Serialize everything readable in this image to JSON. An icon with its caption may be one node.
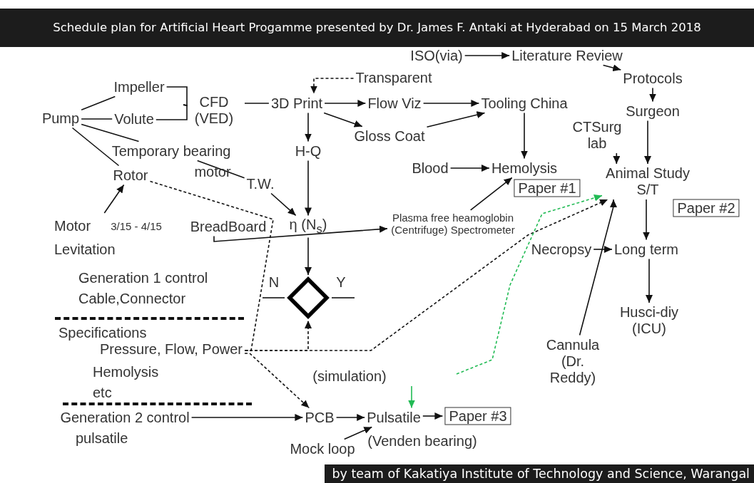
{
  "diagram": {
    "title": "Schedule plan for Artificial Heart Progamme presented by Dr. James F. Antaki at Hyderabad on 15 March 2018",
    "caption": "by team of Kakatiya Institute of Technology and Science, Warangal",
    "nodes": [
      {
        "text": [
          "Pump"
        ]
      },
      {
        "text": [
          "Impeller"
        ]
      },
      {
        "text": [
          "Volute"
        ]
      },
      {
        "text": [
          "Temporary bearing"
        ]
      },
      {
        "text": [
          "Rotor"
        ]
      },
      {
        "text": [
          "CFD (VED)"
        ]
      },
      {
        "text": [
          "3D Print"
        ]
      },
      {
        "text": [
          "Transparent"
        ]
      },
      {
        "text": [
          "Flow Viz"
        ]
      },
      {
        "text": [
          "Gloss Coat"
        ]
      },
      {
        "text": [
          "Tooling China"
        ]
      },
      {
        "text": [
          "H-Q"
        ]
      },
      {
        "text": [
          "T.W."
        ]
      },
      {
        "text": [
          "η (N$_{s}$)"
        ]
      },
      {
        "text": [
          "Motor Levitation"
        ]
      },
      {
        "text": [
          "BreadBoard"
        ]
      },
      {
        "text": [
          "Blood"
        ]
      },
      {
        "text": [
          "Hemolysis"
        ]
      },
      {
        "text": [
          "Paper #1"
        ]
      },
      {
        "text": [
          "Plasma free heamoglobin (Centrifuge) Spectrometer"
        ]
      },
      {
        "text": [
          "ISO(via)"
        ]
      },
      {
        "text": [
          "Literature Review"
        ]
      },
      {
        "text": [
          "Protocols"
        ]
      },
      {
        "text": [
          "Surgeon"
        ]
      },
      {
        "text": [
          "CTSurg lab"
        ]
      },
      {
        "text": [
          "Animal Study S/T"
        ]
      },
      {
        "text": [
          "Paper #2"
        ]
      },
      {
        "text": [
          "Necropsy"
        ]
      },
      {
        "text": [
          "Long term"
        ]
      },
      {
        "text": [
          "Husci-diy (ICU)"
        ]
      },
      {
        "text": [
          "Cannula (Dr. Reddy)"
        ]
      },
      {
        "text": [],
        "shape": "diamond"
      },
      {
        "text": [
          "Pressure, Flow, Power"
        ]
      },
      {
        "text": [
          "Generation 2 control"
        ]
      },
      {
        "text": [
          "PCB"
        ]
      },
      {
        "text": [
          "Pulsatile"
        ],
        "beside": [
          "(Venden bearing)"
        ]
      },
      {
        "text": [
          "Paper #3"
        ]
      },
      {
        "text": [
          "Mock loop"
        ]
      }
    ],
    "edges": [
      {
        "from": 0,
        "to": 1,
        "arrow": "none"
      },
      {
        "from": 0,
        "to": 2,
        "arrow": "none"
      },
      {
        "from": 0,
        "to": 3,
        "arrow": "none"
      },
      {
        "from": 0,
        "to": 4,
        "arrow": "none"
      },
      {
        "from": 1,
        "to": 5,
        "arrow": "none"
      },
      {
        "from": 2,
        "to": 5,
        "arrow": "none"
      },
      {
        "from": 5,
        "to": 6,
        "arrow": "none"
      },
      {
        "from": 7,
        "to": 6,
        "arrow": "to",
        "style": "dashed"
      },
      {
        "from": 6,
        "to": 8,
        "arrow": "to"
      },
      {
        "from": 6,
        "to": 9,
        "arrow": "to"
      },
      {
        "from": 6,
        "to": 11,
        "arrow": "to"
      },
      {
        "from": 8,
        "to": 10,
        "arrow": "to"
      },
      {
        "from": 9,
        "to": 10,
        "arrow": "to"
      },
      {
        "from": 10,
        "to": 17,
        "arrow": "to"
      },
      {
        "from": 16,
        "to": 17,
        "arrow": "to"
      },
      {
        "from": 19,
        "to": 17,
        "arrow": "to"
      },
      {
        "from": 3,
        "to": 12,
        "arrow": "none"
      },
      {
        "from": 12,
        "to": 13,
        "arrow": "to"
      },
      {
        "from": 11,
        "to": 13,
        "arrow": "to"
      },
      {
        "from": 4,
        "to": 32,
        "arrow": "none",
        "style": "dashed"
      },
      {
        "from": 32,
        "to": 31,
        "arrow": "to",
        "style": "dashed"
      },
      {
        "from": 32,
        "to": 25,
        "arrow": "to",
        "style": "dashed"
      },
      {
        "from": 32,
        "to": 34,
        "arrow": "to",
        "style": "dashed"
      },
      {
        "from": 14,
        "to": 4,
        "arrow": "to"
      },
      {
        "from": 15,
        "to": 19,
        "arrow": "to"
      },
      {
        "from": 13,
        "to": 31,
        "arrow": "to"
      },
      {
        "from": 31,
        "to": null,
        "arrow": "none",
        "label": "N"
      },
      {
        "from": 31,
        "to": null,
        "arrow": "none",
        "label": "Y"
      },
      {
        "from": 20,
        "to": 21,
        "arrow": "to"
      },
      {
        "from": 21,
        "to": 22,
        "arrow": "to"
      },
      {
        "from": 22,
        "to": 23,
        "arrow": "to"
      },
      {
        "from": 23,
        "to": 25,
        "arrow": "to"
      },
      {
        "from": 24,
        "to": 25,
        "arrow": "to"
      },
      {
        "from": 25,
        "to": 28,
        "arrow": "to"
      },
      {
        "from": 27,
        "to": 28,
        "arrow": "to"
      },
      {
        "from": 28,
        "to": 29,
        "arrow": "to"
      },
      {
        "from": 30,
        "to": 25,
        "arrow": "to"
      },
      {
        "from": null,
        "to": 25,
        "arrow": "to",
        "style": "dashed",
        "color": "#22bb55"
      },
      {
        "from": null,
        "to": 35,
        "arrow": "to",
        "color": "#22bb55"
      },
      {
        "from": 33,
        "to": 34,
        "arrow": "to"
      },
      {
        "from": 34,
        "to": 35,
        "arrow": "to"
      },
      {
        "from": 35,
        "to": 36,
        "arrow": "to"
      },
      {
        "from": 37,
        "to": 35,
        "arrow": "to"
      }
    ],
    "labels": [
      "motor",
      "3/15 - 4/15",
      "Generation 1 control",
      "Cable,Connector",
      "Specifications",
      "Hemolysis",
      "etc",
      "(simulation)",
      "pulsatile"
    ]
  }
}
